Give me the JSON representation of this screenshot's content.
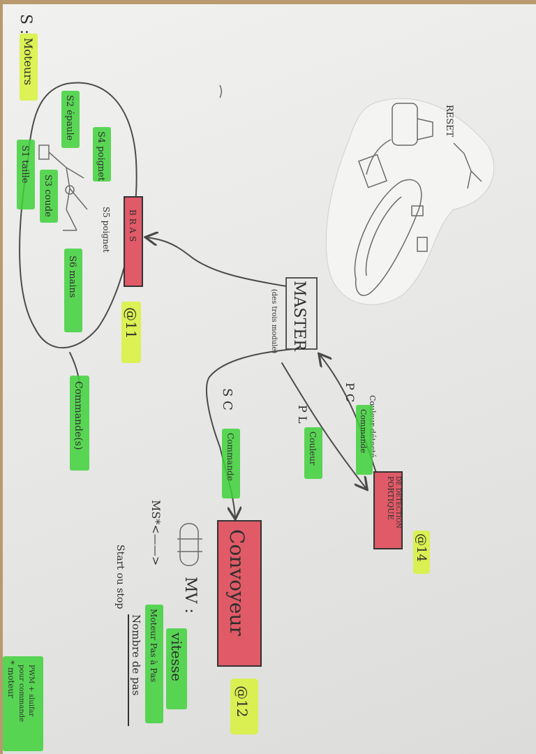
{
  "header": {
    "prefix": "S :",
    "title": "Moteurs"
  },
  "servos": [
    {
      "label": "S4 poignet"
    },
    {
      "label": "S2 épaule"
    },
    {
      "label": "S3 coude"
    },
    {
      "label": "S1 taille"
    },
    {
      "label": "S5 poignet"
    },
    {
      "label": "S6 mains"
    }
  ],
  "arm_module": {
    "letters": "B R A S",
    "address": "@11"
  },
  "master": {
    "title": "MASTER",
    "subtitle": "(des trois module)"
  },
  "links": {
    "arm_command": "Commande(s)",
    "sc": {
      "code": "S C",
      "note": "Commande"
    },
    "pl": {
      "code": "P L",
      "note": "Couleur"
    },
    "pc": {
      "code": "P C",
      "note_top": "Couleur détecté",
      "note_bottom": "Commande"
    }
  },
  "portique": {
    "line1": "PORTIQUE",
    "line2": "DE DÉTECTION",
    "address": "@14"
  },
  "convoyeur": {
    "title": "Convoyeur",
    "address": "@12"
  },
  "mv": {
    "label": "MV :",
    "value": "vitesse"
  },
  "ms": {
    "label": "MS*<——>",
    "item1": "Moteur Pas à Pas",
    "item2": "Nombre de pas",
    "item3": "Start ou stop"
  },
  "reset": {
    "label": "RESET"
  },
  "footnote": {
    "line1": "* moteur",
    "line2": "pour commande",
    "line3": "PWM + sluifar"
  },
  "colors": {
    "highlight_green": "#3fd13b",
    "highlight_yellow": "#d8f23a",
    "box_red": "#e05a67"
  }
}
